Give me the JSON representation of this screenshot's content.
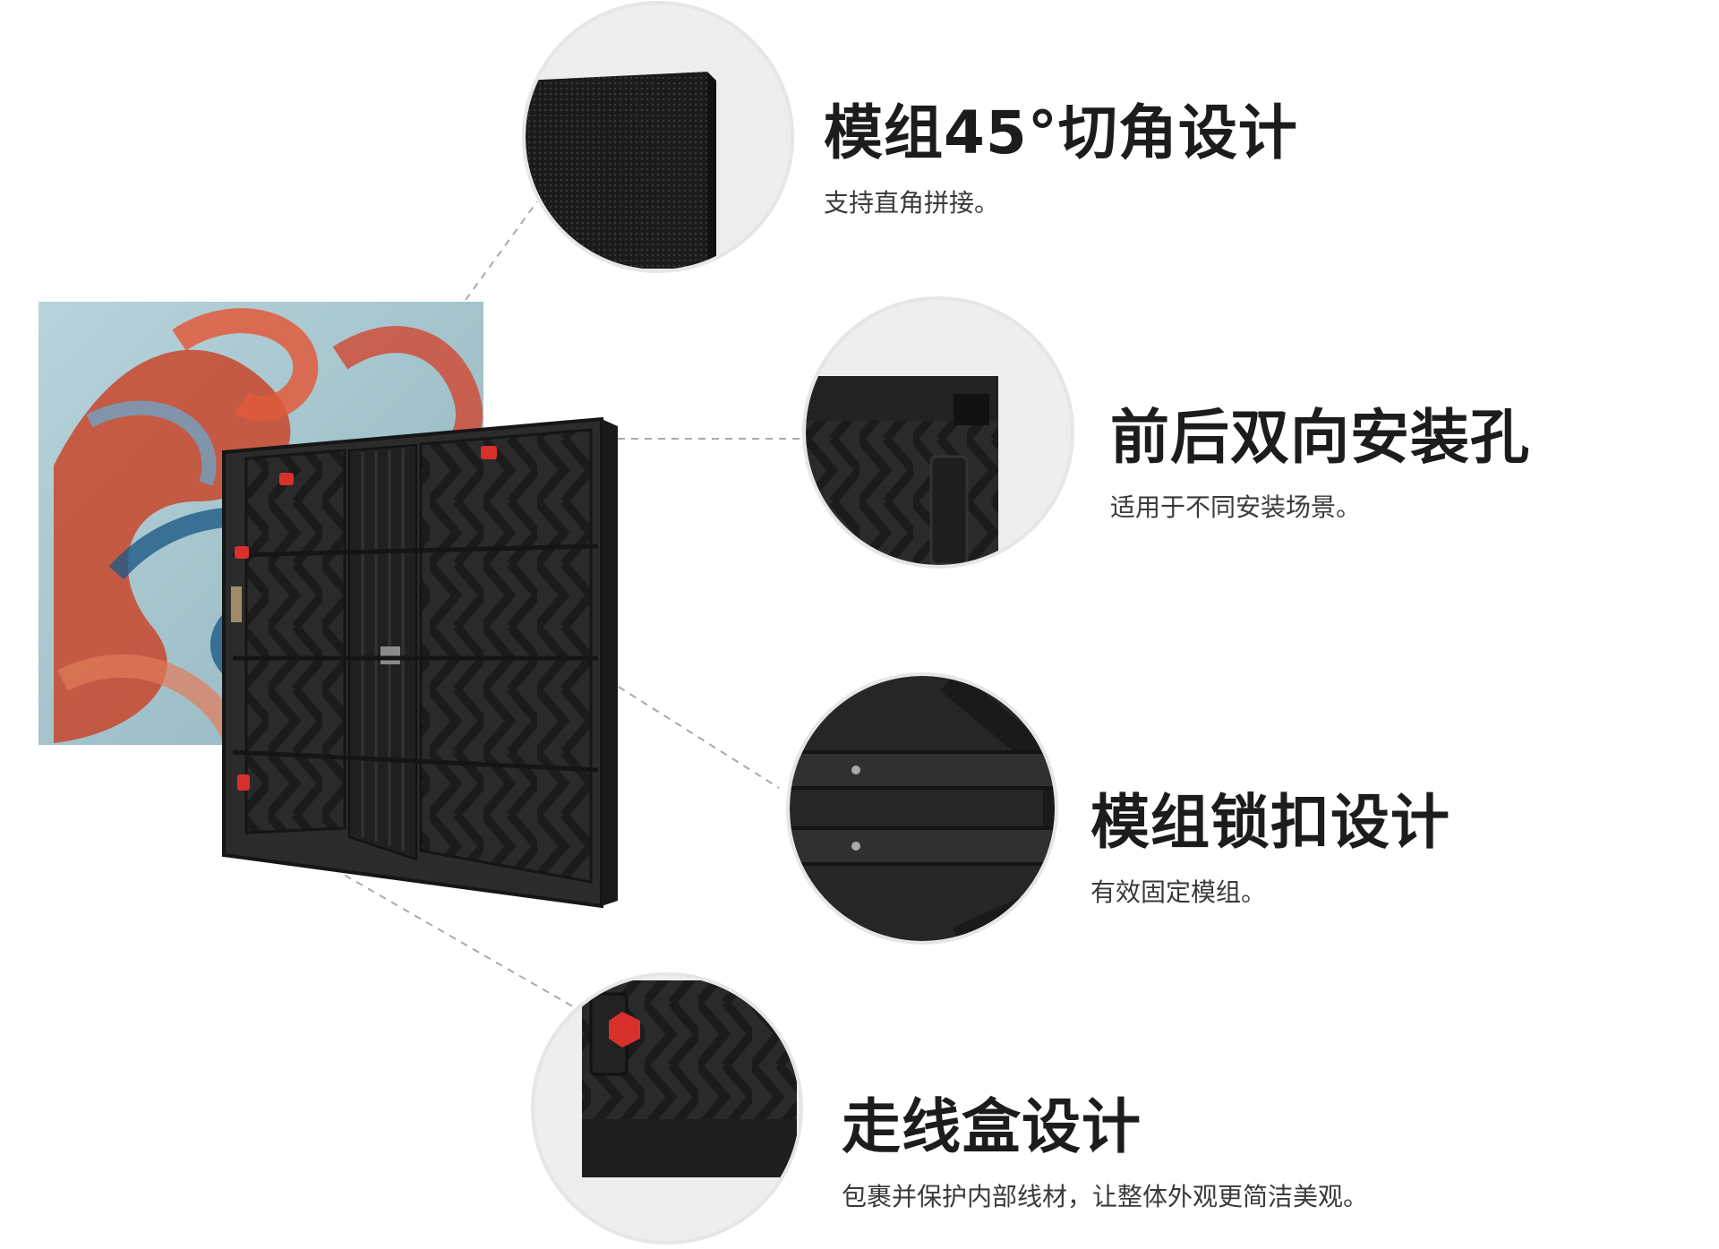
{
  "features": [
    {
      "title": "模组45°切角设计",
      "desc": "支持直角拼接。"
    },
    {
      "title": "前后双向安装孔",
      "desc": "适用于不同安装场景。"
    },
    {
      "title": "模组锁扣设计",
      "desc": "有效固定模组。"
    },
    {
      "title": "走线盒设计",
      "desc": "包裹并保护内部线材，让整体外观更简洁美观。"
    }
  ],
  "colors": {
    "title": "#1c1c1c",
    "desc": "#3a3a3a",
    "cabinet": "#2b2b2b",
    "accent": "#d8302b",
    "circle_border": "#e6e6e6",
    "leader": "#aaaaaa"
  },
  "icons": [
    "led-cabinet-image",
    "display-artwork-image"
  ]
}
